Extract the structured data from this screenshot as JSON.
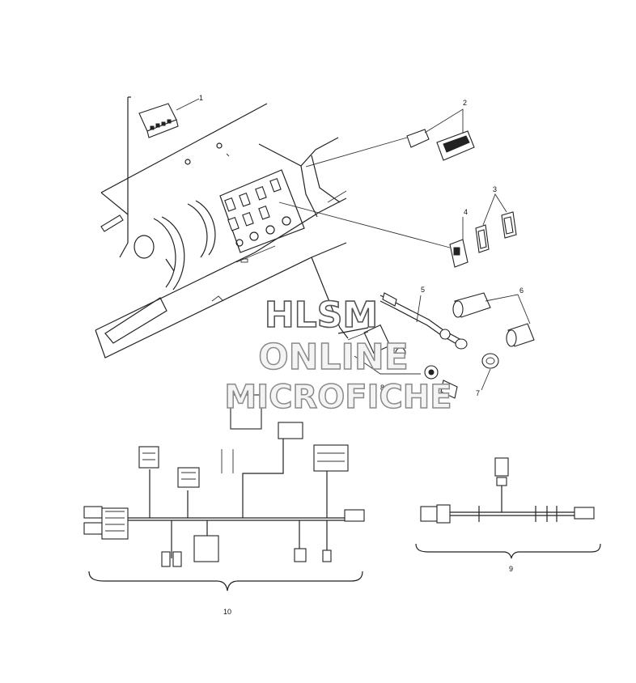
{
  "callouts": [
    "1",
    "2",
    "3",
    "4",
    "5",
    "6",
    "7",
    "8",
    "9",
    "10"
  ],
  "watermark": {
    "line1": "HLSM",
    "line2": "ONLINE",
    "line3": "MICROFICHE"
  },
  "colors": {
    "line": "#222222",
    "background": "#ffffff",
    "watermark_outline": "#555555"
  }
}
